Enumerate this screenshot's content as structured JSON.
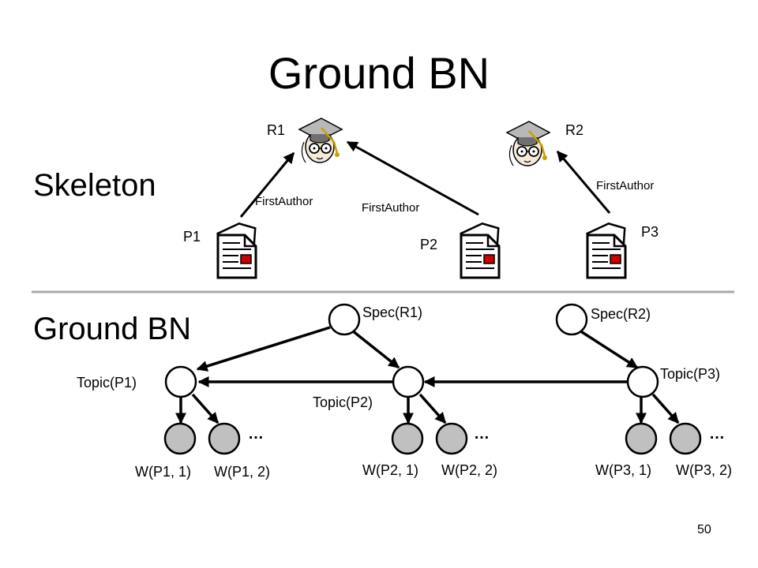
{
  "slide": {
    "title": "Ground BN",
    "page_number": "50",
    "colors": {
      "node_fill_observed": "#c0c0c0",
      "node_fill_hidden": "#ffffff",
      "divider": "#a9a9a9",
      "doc_mark": "#cc0000"
    }
  },
  "skeleton": {
    "heading": "Skeleton",
    "researchers": [
      {
        "label": "R1",
        "icon": "graduate-cap-icon"
      },
      {
        "label": "R2",
        "icon": "graduate-cap-icon"
      }
    ],
    "papers": [
      {
        "label": "P1",
        "icon": "document-icon"
      },
      {
        "label": "P2",
        "icon": "document-icon"
      },
      {
        "label": "P3",
        "icon": "document-icon"
      }
    ],
    "relations": [
      {
        "from": "P1",
        "to": "R1",
        "label": "FirstAuthor"
      },
      {
        "from": "P2",
        "to": "R1",
        "label": "FirstAuthor"
      },
      {
        "from": "P3",
        "to": "R2",
        "label": "FirstAuthor"
      }
    ]
  },
  "ground_bn": {
    "heading": "Ground BN",
    "spec_nodes": [
      "Spec(R1)",
      "Spec(R2)"
    ],
    "topic_nodes": [
      "Topic(P1)",
      "Topic(P2)",
      "Topic(P3)"
    ],
    "word_nodes": [
      [
        "W(P1, 1)",
        "W(P1, 2)"
      ],
      [
        "W(P2, 1)",
        "W(P2, 2)"
      ],
      [
        "W(P3, 1)",
        "W(P3, 2)"
      ]
    ],
    "ellipsis": "…"
  }
}
